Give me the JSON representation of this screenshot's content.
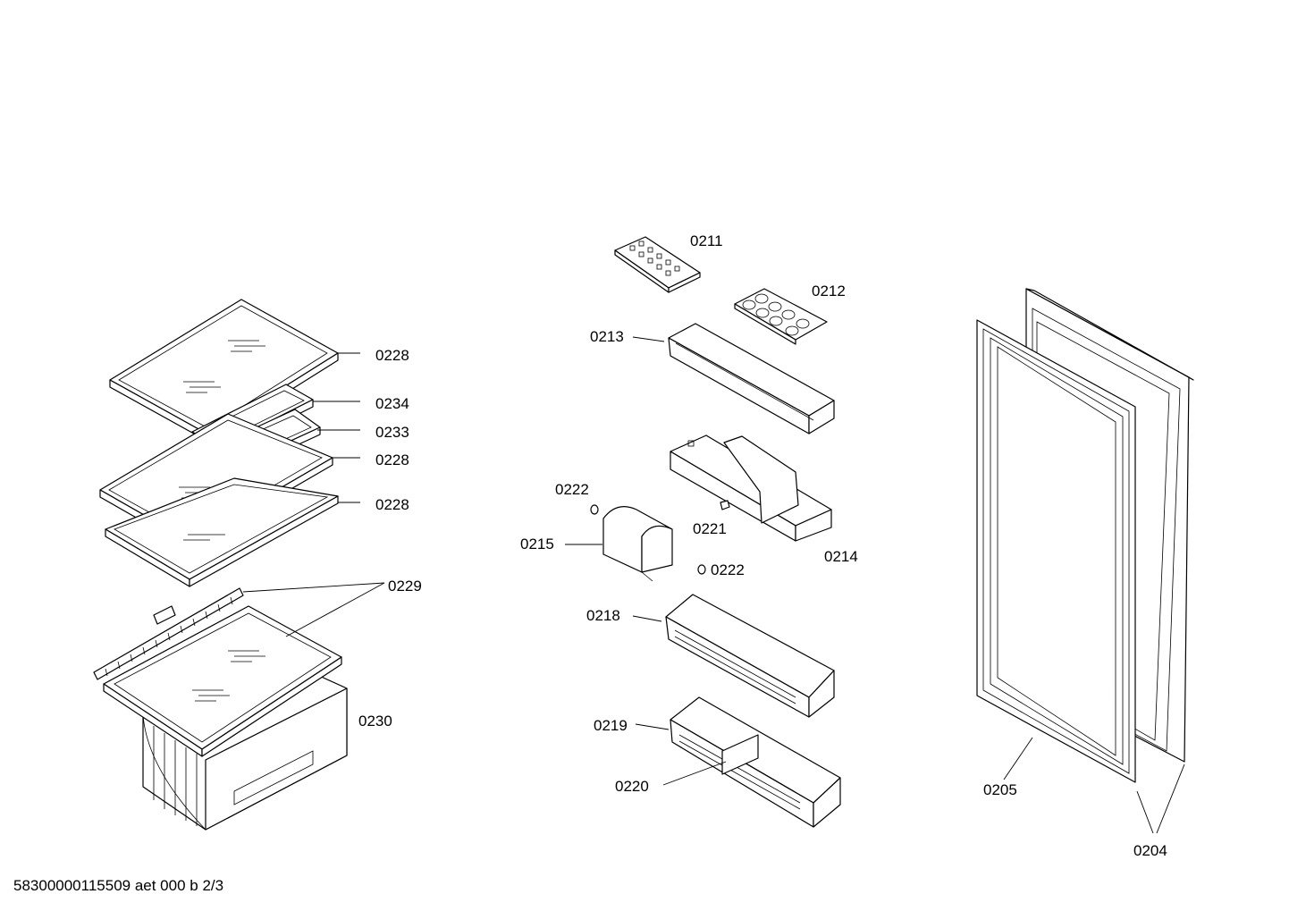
{
  "labels": {
    "l0211": "0211",
    "l0212": "0212",
    "l0213": "0213",
    "l0214": "0214",
    "l0215": "0215",
    "l0218": "0218",
    "l0219": "0219",
    "l0220": "0220",
    "l0221": "0221",
    "l0222a": "0222",
    "l0222b": "0222",
    "l0228a": "0228",
    "l0228b": "0228",
    "l0228c": "0228",
    "l0229": "0229",
    "l0230": "0230",
    "l0233": "0233",
    "l0234": "0234",
    "l0204": "0204",
    "l0205": "0205"
  },
  "footer": "58300000115509 aet 000 b 2/3"
}
